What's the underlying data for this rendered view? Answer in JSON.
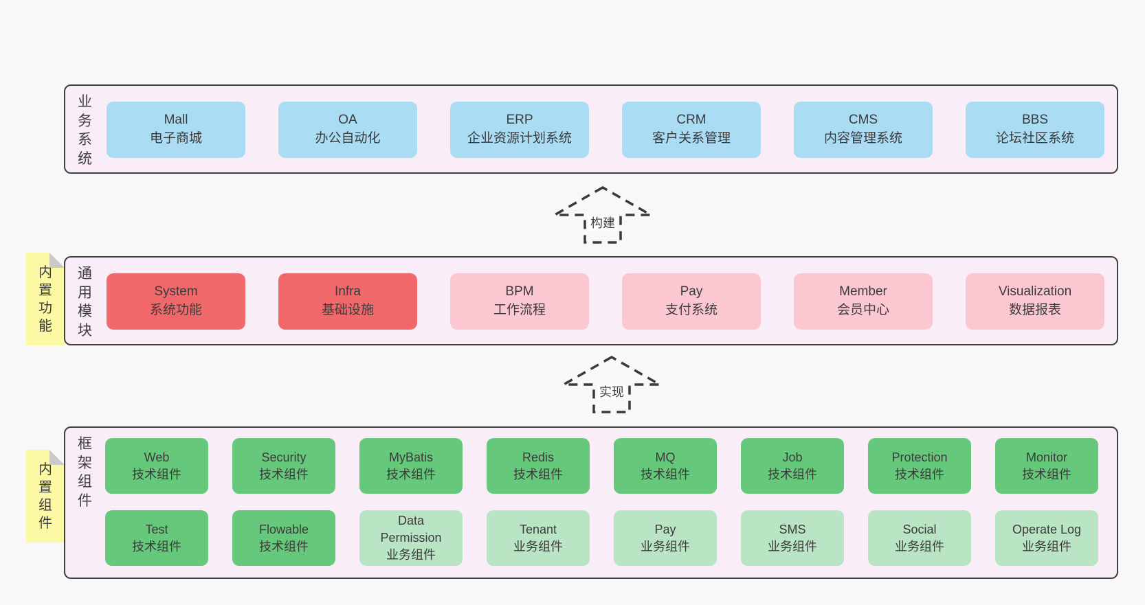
{
  "colors": {
    "page_bg": "#f8f8f8",
    "layer_bg": "#f9eef7",
    "layer_border": "#404040",
    "blue": "#aadcf4",
    "red": "#f1686b",
    "pink": "#fbc8d2",
    "green": "#65c87a",
    "light_green": "#bae5c4",
    "note_yellow": "#fbf9a4",
    "note_fold_gray": "#c9c9c9",
    "text": "#3b3b3b"
  },
  "arrows": [
    {
      "label": "构建"
    },
    {
      "label": "实现"
    }
  ],
  "layers": [
    {
      "label": "业务系统",
      "boxes": [
        {
          "title": "Mall",
          "subtitle": "电子商城",
          "type": "blue"
        },
        {
          "title": "OA",
          "subtitle": "办公自动化",
          "type": "blue"
        },
        {
          "title": "ERP",
          "subtitle": "企业资源计划系统",
          "type": "blue"
        },
        {
          "title": "CRM",
          "subtitle": "客户关系管理",
          "type": "blue"
        },
        {
          "title": "CMS",
          "subtitle": "内容管理系统",
          "type": "blue"
        },
        {
          "title": "BBS",
          "subtitle": "论坛社区系统",
          "type": "blue"
        }
      ]
    },
    {
      "label": "通用模块",
      "note": "内置功能",
      "boxes": [
        {
          "title": "System",
          "subtitle": "系统功能",
          "type": "red"
        },
        {
          "title": "Infra",
          "subtitle": "基础设施",
          "type": "red"
        },
        {
          "title": "BPM",
          "subtitle": "工作流程",
          "type": "pink"
        },
        {
          "title": "Pay",
          "subtitle": "支付系统",
          "type": "pink"
        },
        {
          "title": "Member",
          "subtitle": "会员中心",
          "type": "pink"
        },
        {
          "title": "Visualization",
          "subtitle": "数据报表",
          "type": "pink"
        }
      ]
    },
    {
      "label": "框架组件",
      "note": "内置组件",
      "rows": [
        [
          {
            "title": "Web",
            "subtitle": "技术组件",
            "type": "green"
          },
          {
            "title": "Security",
            "subtitle": "技术组件",
            "type": "green"
          },
          {
            "title": "MyBatis",
            "subtitle": "技术组件",
            "type": "green"
          },
          {
            "title": "Redis",
            "subtitle": "技术组件",
            "type": "green"
          },
          {
            "title": "MQ",
            "subtitle": "技术组件",
            "type": "green"
          },
          {
            "title": "Job",
            "subtitle": "技术组件",
            "type": "green"
          },
          {
            "title": "Protection",
            "subtitle": "技术组件",
            "type": "green"
          },
          {
            "title": "Monitor",
            "subtitle": "技术组件",
            "type": "green"
          }
        ],
        [
          {
            "title": "Test",
            "subtitle": "技术组件",
            "type": "green"
          },
          {
            "title": "Flowable",
            "subtitle": "技术组件",
            "type": "green"
          },
          {
            "title": "Data Permission",
            "subtitle": "业务组件",
            "type": "light_green"
          },
          {
            "title": "Tenant",
            "subtitle": "业务组件",
            "type": "light_green"
          },
          {
            "title": "Pay",
            "subtitle": "业务组件",
            "type": "light_green"
          },
          {
            "title": "SMS",
            "subtitle": "业务组件",
            "type": "light_green"
          },
          {
            "title": "Social",
            "subtitle": "业务组件",
            "type": "light_green"
          },
          {
            "title": "Operate Log",
            "subtitle": "业务组件",
            "type": "light_green"
          }
        ]
      ]
    }
  ]
}
